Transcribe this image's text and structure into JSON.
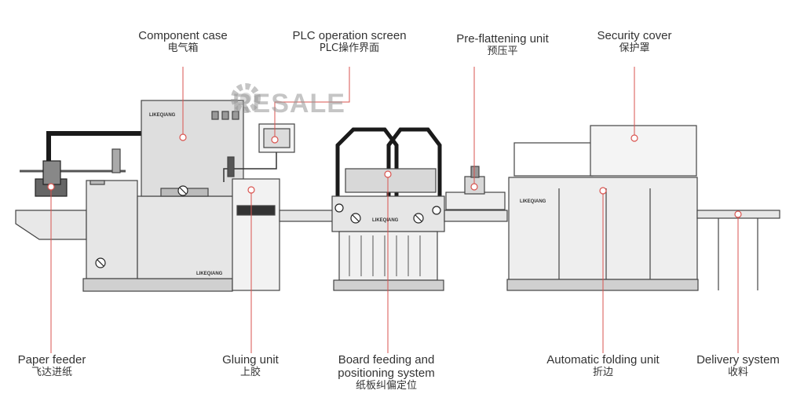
{
  "watermark": "RESALE",
  "brand": "LIKEQIANG",
  "colors": {
    "leader": "#d9534f",
    "outline": "#444444",
    "fill": "#e6e6e6",
    "dark": "#222222"
  },
  "labels": {
    "component_case": {
      "en": "Component case",
      "zh": "电气箱"
    },
    "plc_screen": {
      "en": "PLC operation screen",
      "zh": "PLC操作界面"
    },
    "pre_flattening": {
      "en": "Pre-flattening unit",
      "zh": "预压平"
    },
    "security_cover": {
      "en": "Security cover",
      "zh": "保护罩"
    },
    "paper_feeder": {
      "en": "Paper feeder",
      "zh": "飞达进纸"
    },
    "gluing_unit": {
      "en": "Gluing unit",
      "zh": "上胶"
    },
    "board_feeding_1": "Board feeding and",
    "board_feeding_2": "positioning system",
    "board_feeding_zh": "纸板纠偏定位",
    "auto_folding": {
      "en": "Automatic folding unit",
      "zh": "折边"
    },
    "delivery": {
      "en": "Delivery system",
      "zh": "收料"
    }
  }
}
